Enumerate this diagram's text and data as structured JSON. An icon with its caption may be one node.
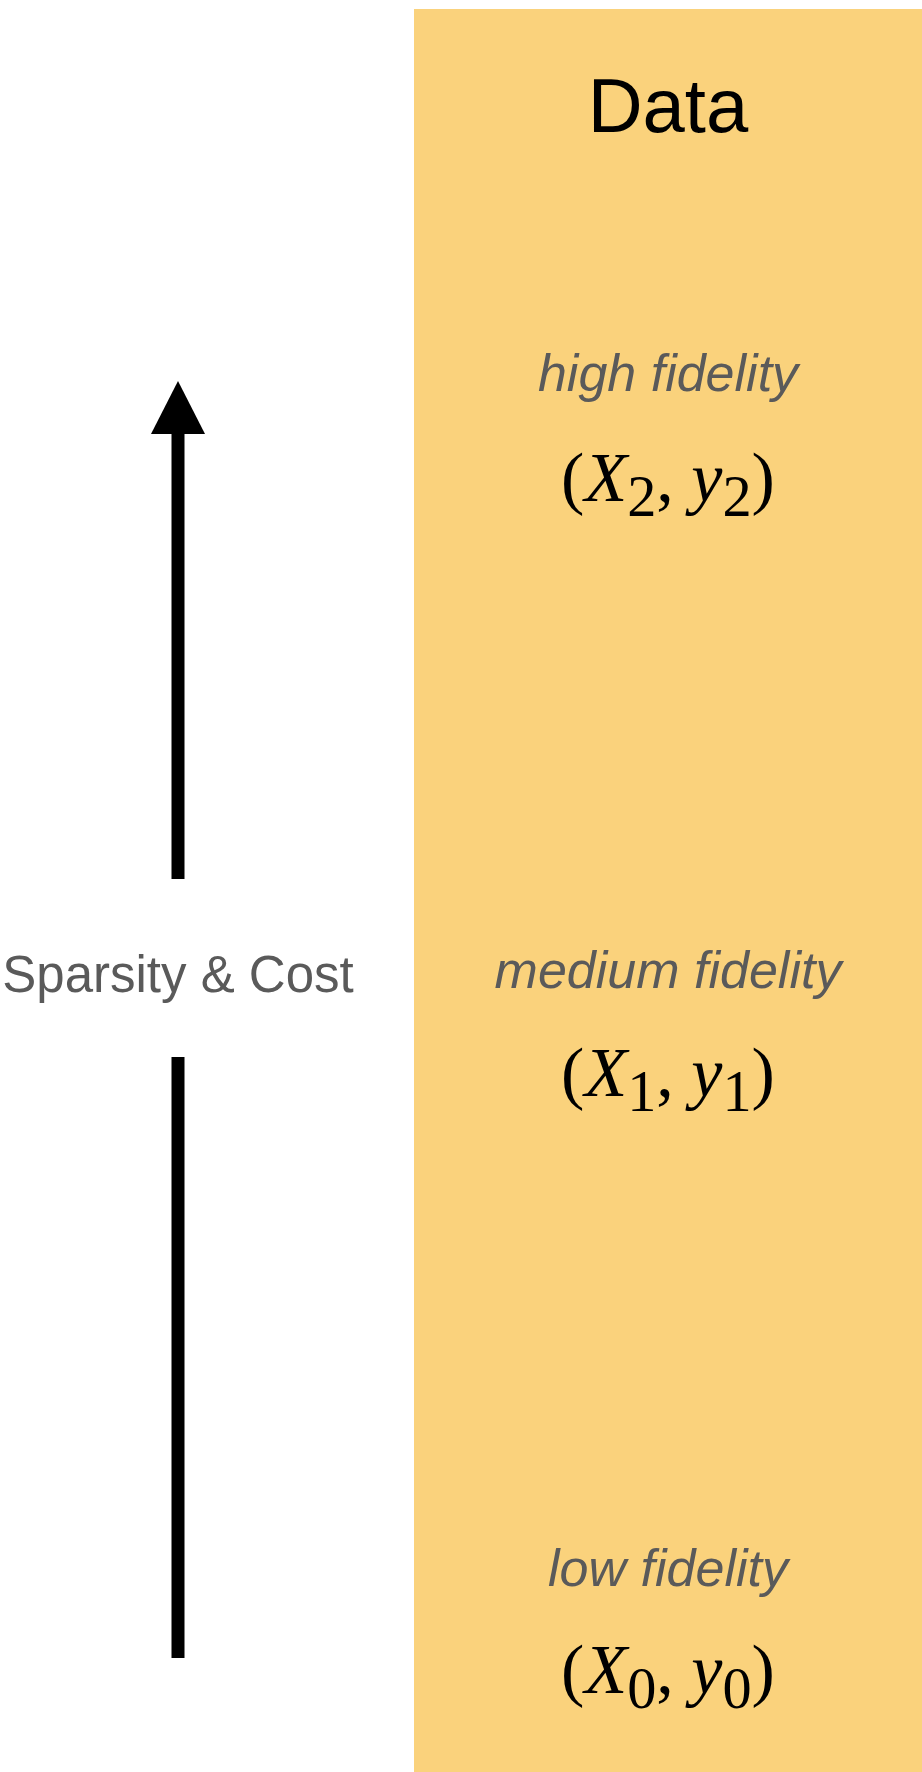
{
  "diagram": {
    "nodes": [
      {
        "text": [
          "Data"
        ]
      }
    ],
    "labels": [
      "high fidelity",
      "(*X*$_{2}$, *y*$_{2}$)",
      "Sparsity & Cost",
      "medium fidelity",
      "(*X*$_{1}$, *y*$_{1}$)",
      "low fidelity",
      "(*X*$_{0}$, *y*$_{0}$)"
    ]
  }
}
